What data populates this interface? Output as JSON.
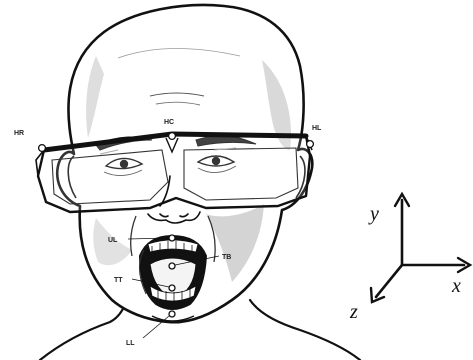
{
  "markers": {
    "hr": "HR",
    "hc": "HC",
    "hl": "HL",
    "ul": "UL",
    "tb": "TB",
    "tt": "TT",
    "ll": "LL"
  },
  "axes": {
    "x": "x",
    "y": "y",
    "z": "z"
  },
  "colors": {
    "ink": "#111111",
    "shade": "#d0d0d0",
    "background": "#ffffff"
  }
}
